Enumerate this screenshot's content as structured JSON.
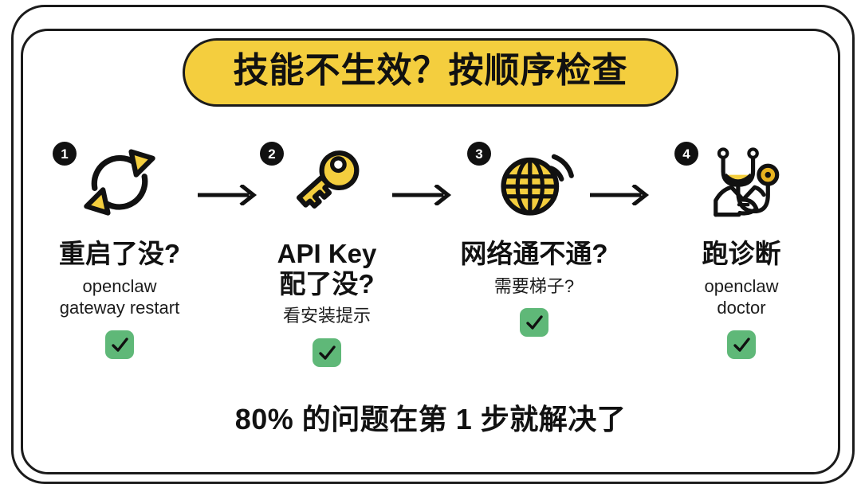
{
  "poster": {
    "title": "技能不生效？按顺序检查",
    "footer": "80% 的问题在第 1 步就解决了",
    "colors": {
      "accent_yellow": "#F4CE3E",
      "check_green": "#5FB878",
      "outline_black": "#1B1B1B",
      "background": "#FFFFFF"
    }
  },
  "steps": [
    {
      "number": "1",
      "icon": "refresh-icon",
      "title": "重启了没?",
      "subtitle": "openclaw\ngateway restart",
      "status": "check-icon"
    },
    {
      "number": "2",
      "icon": "key-icon",
      "title": "API Key\n配了没?",
      "subtitle": "看安装提示",
      "status": "check-icon"
    },
    {
      "number": "3",
      "icon": "globe-wifi-icon",
      "title": "网络通不通?",
      "subtitle": "需要梯子?",
      "status": "check-icon"
    },
    {
      "number": "4",
      "icon": "stethoscope-doctor-icon",
      "title": "跑诊断",
      "subtitle": "openclaw\ndoctor",
      "status": "check-icon"
    }
  ],
  "arrows": [
    {
      "label": "arrow-step-1-to-2"
    },
    {
      "label": "arrow-step-2-to-3"
    },
    {
      "label": "arrow-step-3-to-4"
    }
  ]
}
